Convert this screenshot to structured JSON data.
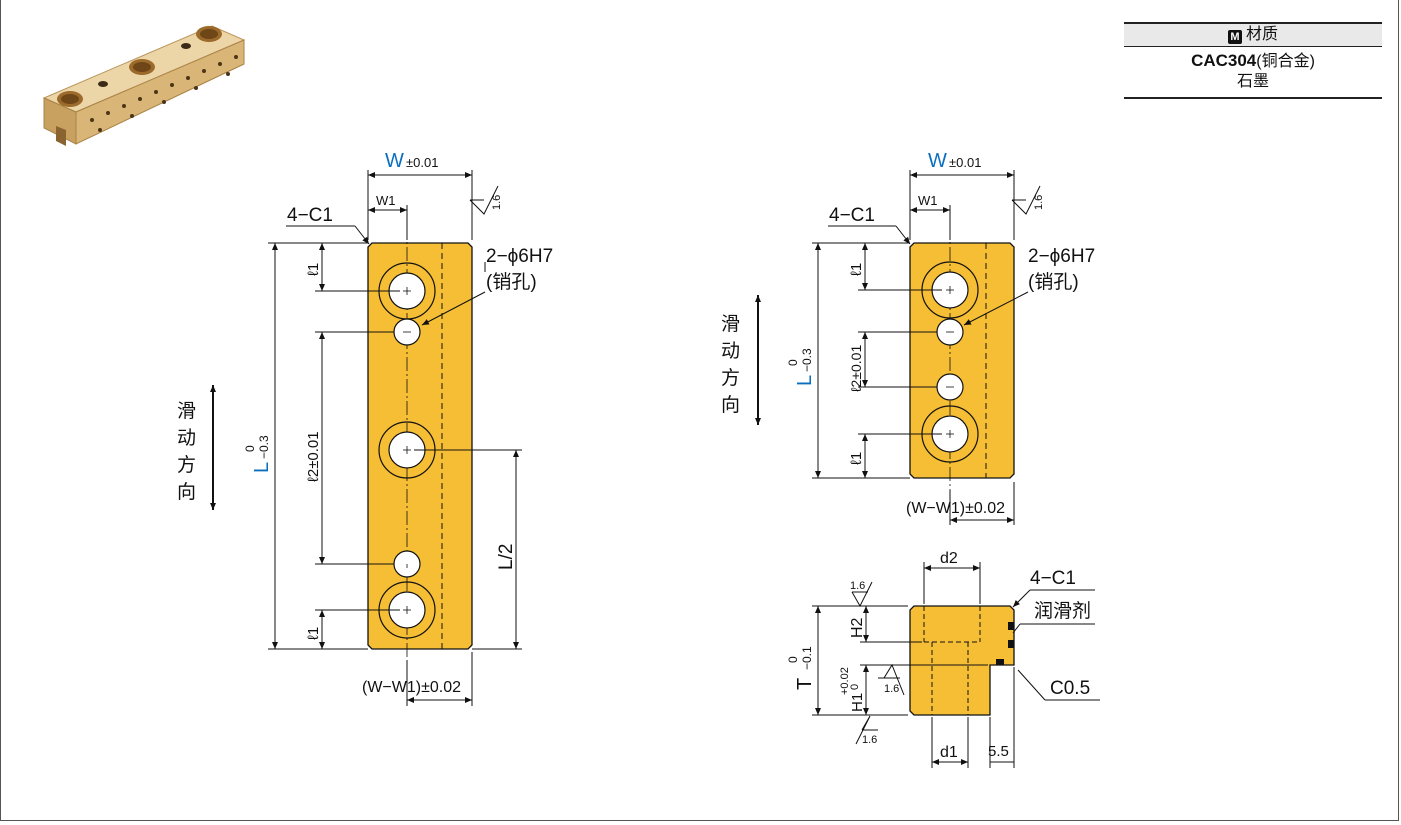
{
  "material": {
    "header_icon": "M",
    "header_label": "材质",
    "grade": "CAC304",
    "grade_note": "(铜合金)",
    "second": "石墨"
  },
  "colors": {
    "brass": "#F6BE35",
    "dim_blue": "#0b6fc0",
    "line": "#111111"
  },
  "left_view": {
    "W": "W",
    "W_tol": "±0.01",
    "W1": "W1",
    "chamfer": "4−C1",
    "pin_hole": "2−ϕ6H7",
    "pin_note": "(销孔)",
    "slide_dir": [
      "滑",
      "动",
      "方",
      "向"
    ],
    "L": "L",
    "L_up": "0",
    "L_low": "−0.3",
    "l1": "ℓ1",
    "l2": "ℓ2±0.01",
    "half": "L/2",
    "bottom_dim": "(W−W1)±0.02",
    "roughness": "1.6"
  },
  "right_view": {
    "W": "W",
    "W_tol": "±0.01",
    "W1": "W1",
    "chamfer": "4−C1",
    "pin_hole": "2−ϕ6H7",
    "pin_note": "(销孔)",
    "slide_dir": [
      "滑",
      "动",
      "方",
      "向"
    ],
    "L": "L",
    "L_up": "0",
    "L_low": "−0.3",
    "l1": "ℓ1",
    "l2": "ℓ2±0.01",
    "bottom_dim": "(W−W1)±0.02",
    "roughness": "1.6"
  },
  "side_view": {
    "d2": "d2",
    "d1": "d1",
    "chamfer": "4−C1",
    "lube": "润滑剂",
    "c05": "C0.5",
    "H2": "H2",
    "H1": "H1",
    "H1_tol_up": "+0.02",
    "H1_tol_low": "0",
    "T": "T",
    "T_up": "0",
    "T_low": "−0.1",
    "gap": "5.5",
    "roughness": "1.6"
  }
}
